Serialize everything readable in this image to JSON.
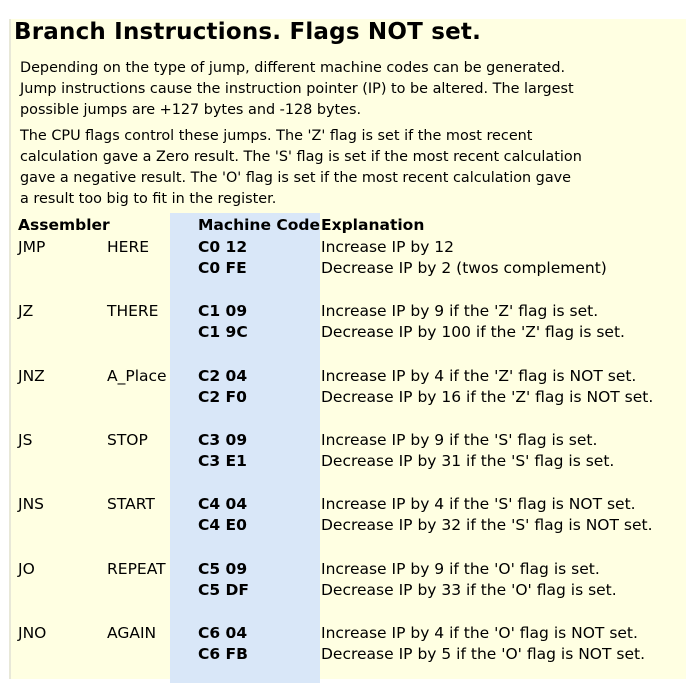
{
  "colors": {
    "panel_background": "#ffffe2",
    "code_column": "#d9e7f8"
  },
  "title": "Branch Instructions. Flags NOT set.",
  "paragraphs": [
    [
      "Depending on the type of jump, different machine codes can be generated.",
      "Jump instructions cause the instruction pointer (IP) to be altered. The largest",
      "possible jumps are +127 bytes and -128 bytes."
    ],
    [
      "The CPU flags control these jumps. The 'Z' flag is set if the most recent",
      "calculation gave a Zero result. The 'S' flag is set if the most recent calculation",
      "gave a negative result. The 'O' flag is set if the most recent calculation gave",
      "a result too big to fit in the register."
    ]
  ],
  "headers": {
    "assembler": "Assembler",
    "machine_code": "Machine Code",
    "explanation": "Explanation"
  },
  "rows": [
    {
      "mnemonic": "JMP",
      "label": "HERE",
      "codes": [
        "C0 12",
        "C0 FE"
      ],
      "explanations": [
        "Increase IP by 12",
        "Decrease IP by 2 (twos complement)"
      ]
    },
    {
      "mnemonic": "JZ",
      "label": "THERE",
      "codes": [
        "C1 09",
        "C1 9C"
      ],
      "explanations": [
        "Increase IP by 9 if the 'Z' flag is set.",
        "Decrease IP by 100 if the 'Z' flag is set."
      ]
    },
    {
      "mnemonic": "JNZ",
      "label": "A_Place",
      "codes": [
        "C2 04",
        "C2 F0"
      ],
      "explanations": [
        "Increase IP by 4 if the 'Z' flag is NOT set.",
        "Decrease IP by 16 if the 'Z' flag is NOT set."
      ]
    },
    {
      "mnemonic": "JS",
      "label": "STOP",
      "codes": [
        "C3 09",
        "C3 E1"
      ],
      "explanations": [
        "Increase IP by 9 if the 'S' flag is set.",
        "Decrease IP by 31 if the 'S' flag is set."
      ]
    },
    {
      "mnemonic": "JNS",
      "label": "START",
      "codes": [
        "C4 04",
        "C4 E0"
      ],
      "explanations": [
        "Increase IP by 4 if the 'S' flag is NOT set.",
        "Decrease IP by 32 if the 'S' flag is NOT set."
      ]
    },
    {
      "mnemonic": "JO",
      "label": "REPEAT",
      "codes": [
        "C5 09",
        "C5 DF"
      ],
      "explanations": [
        "Increase IP by 9 if the 'O' flag is set.",
        "Decrease IP by 33 if the 'O' flag is set."
      ]
    },
    {
      "mnemonic": "JNO",
      "label": "AGAIN",
      "codes": [
        "C6 04",
        "C6 FB"
      ],
      "explanations": [
        "Increase IP by 4 if the 'O' flag is NOT set.",
        "Decrease IP by 5 if the 'O' flag is NOT set."
      ]
    }
  ]
}
